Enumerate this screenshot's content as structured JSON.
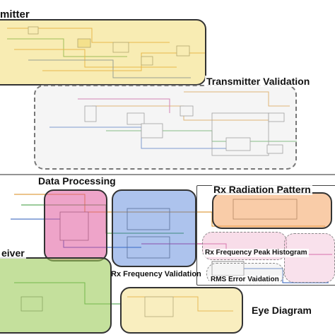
{
  "labels": {
    "transmitter": "mitter",
    "transmitter_validation": "Transmitter Validation",
    "data_processing": "Data Processing",
    "rx_radiation_pattern": "Rx Radiation Pattern",
    "receiver": "eiver",
    "rx_frequency_validation": "Rx Frequency Validation",
    "rx_frequency_peak_histogram": "Rx Frequency Peak Histogram",
    "rms_error_validation": "RMS Error Vaidation",
    "eye_diagram": "Eye Diagram"
  },
  "colors": {
    "transmitter": "#f2dc74",
    "transmitter_validation": "#e8e8e8",
    "data_processing": "#e05a9c",
    "rx_radiation_pattern": "#f4a261",
    "receiver": "#9ccc5a",
    "rx_frequency_validation": "#4a79d8",
    "rx_frequency_peak_histogram": "#f2bcd4",
    "eye_diagram": "#f4e08a",
    "wire_orange": "#d98a1a",
    "wire_green": "#3a9a3a",
    "wire_blue": "#2a5ab8",
    "wire_pink": "#c0308a"
  }
}
